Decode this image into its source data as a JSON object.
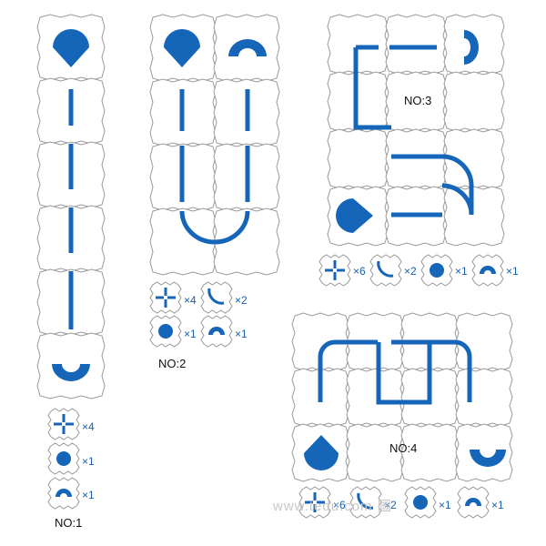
{
  "colors": {
    "accent": "#1565b8",
    "tile_border": "#9a9a9a",
    "tile_fill": "#ffffff"
  },
  "puzzles": [
    {
      "label": "NO:1",
      "pieces": [
        {
          "icon": "cross-track-icon",
          "count": "×4"
        },
        {
          "icon": "drop-funnel-icon",
          "count": "×1"
        },
        {
          "icon": "semicircle-arc-icon",
          "count": "×1"
        }
      ]
    },
    {
      "label": "NO:2",
      "pieces": [
        {
          "icon": "cross-track-icon",
          "count": "×4"
        },
        {
          "icon": "curve-track-icon",
          "count": "×2"
        },
        {
          "icon": "drop-funnel-icon",
          "count": "×1"
        },
        {
          "icon": "semicircle-arc-icon",
          "count": "×1"
        }
      ]
    },
    {
      "label": "NO:3",
      "pieces": [
        {
          "icon": "cross-track-icon",
          "count": "×6"
        },
        {
          "icon": "curve-track-icon",
          "count": "×2"
        },
        {
          "icon": "drop-funnel-icon",
          "count": "×1"
        },
        {
          "icon": "semicircle-arc-icon",
          "count": "×1"
        }
      ]
    },
    {
      "label": "NO:4",
      "pieces": [
        {
          "icon": "cross-track-icon",
          "count": "×6"
        },
        {
          "icon": "curve-track-icon",
          "count": "×2"
        },
        {
          "icon": "drop-funnel-icon",
          "count": "×1"
        },
        {
          "icon": "semicircle-arc-icon",
          "count": "×1"
        }
      ]
    }
  ],
  "watermark": "www.tedu.com 圖"
}
